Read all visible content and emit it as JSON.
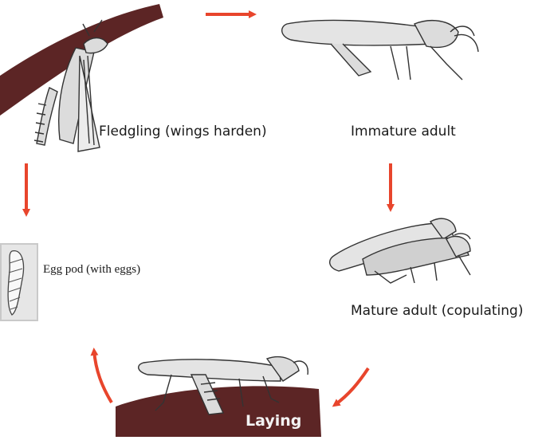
{
  "diagram": {
    "stages": {
      "fledgling": "Fledgling (wings harden)",
      "immature": "Immature adult",
      "mature": "Mature adult (copulating)",
      "egg_pod": "Egg pod (with eggs)",
      "laying": "Laying"
    },
    "colors": {
      "arrow": "#e8452c",
      "ground": "#5c2525",
      "insect_fill": "#d9d9d9",
      "insect_stroke": "#333333",
      "egg_texture": "#b8b8b8"
    }
  }
}
